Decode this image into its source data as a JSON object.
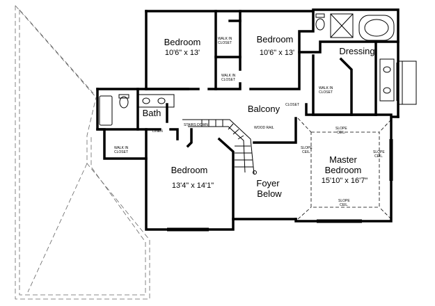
{
  "rooms": {
    "bedroom_top_left": {
      "name": "Bedroom",
      "dims": "10'6\" x 13'"
    },
    "bedroom_top_right": {
      "name": "Bedroom",
      "dims": "10'6\" x 13'"
    },
    "bedroom_lower_left": {
      "name": "Bedroom",
      "dims": "13'4\" x 14'1\""
    },
    "master_bedroom": {
      "name_line1": "Master",
      "name_line2": "Bedroom",
      "dims": "15'10\" x 16'7\""
    },
    "foyer": {
      "line1": "Foyer",
      "line2": "Below"
    },
    "balcony": {
      "name": "Balcony"
    },
    "bath": {
      "name": "Bath"
    },
    "dressing": {
      "name": "Dressing"
    }
  },
  "small_labels": {
    "walk_in_closet_1": {
      "line1": "WALK IN",
      "line2": "CLOSET"
    },
    "walk_in_closet_2": {
      "line1": "WALK IN",
      "line2": "CLOSET"
    },
    "walk_in_closet_master": {
      "line1": "WALK IN",
      "line2": "CLOSET"
    },
    "walk_in_closet_lower": {
      "line1": "WALK IN",
      "line2": "CLOSET"
    },
    "closet": "CLOSET",
    "linen": "LINEN",
    "stairs_down": "STAIRS DOWN",
    "wood_rail": "WOOD RAIL",
    "slope_1": {
      "line1": "SLOPE",
      "line2": "CEIL."
    },
    "slope_2": {
      "line1": "SLOPE",
      "line2": "CEIL."
    },
    "slope_3": {
      "line1": "SLOPE",
      "line2": "CEIL."
    },
    "slope_4": {
      "line1": "SLOPE",
      "line2": "CEIL."
    }
  }
}
